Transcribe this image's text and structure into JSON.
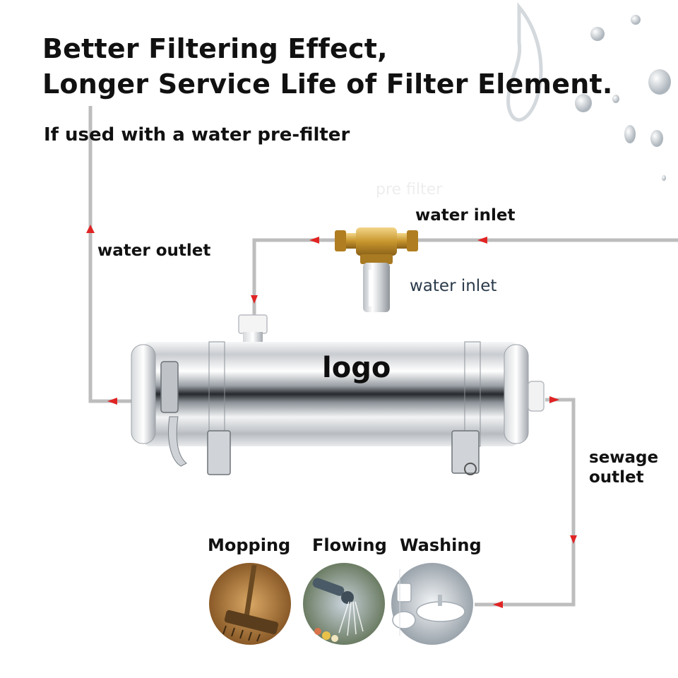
{
  "headline": {
    "line1": "Better Filtering Effect,",
    "line2": "Longer Service Life of Filter Element."
  },
  "subheadline": "If used with a water pre-filter",
  "labels": {
    "water_inlet_top": "water inlet",
    "water_inlet_prefilter": "water inlet",
    "water_outlet": "water outlet",
    "sewage_outlet_line1": "sewage",
    "sewage_outlet_line2": "outlet",
    "logo": "logo"
  },
  "uses": [
    {
      "label": "Mopping",
      "icon": "mop-photo"
    },
    {
      "label": "Flowing",
      "icon": "garden-hose-photo"
    },
    {
      "label": "Washing",
      "icon": "bathroom-sink-photo"
    }
  ],
  "colors": {
    "pipe": "#bdbdbd",
    "flow_arrow": "#e02424",
    "steel": "#d9dde0",
    "brass": "#c8962e"
  }
}
